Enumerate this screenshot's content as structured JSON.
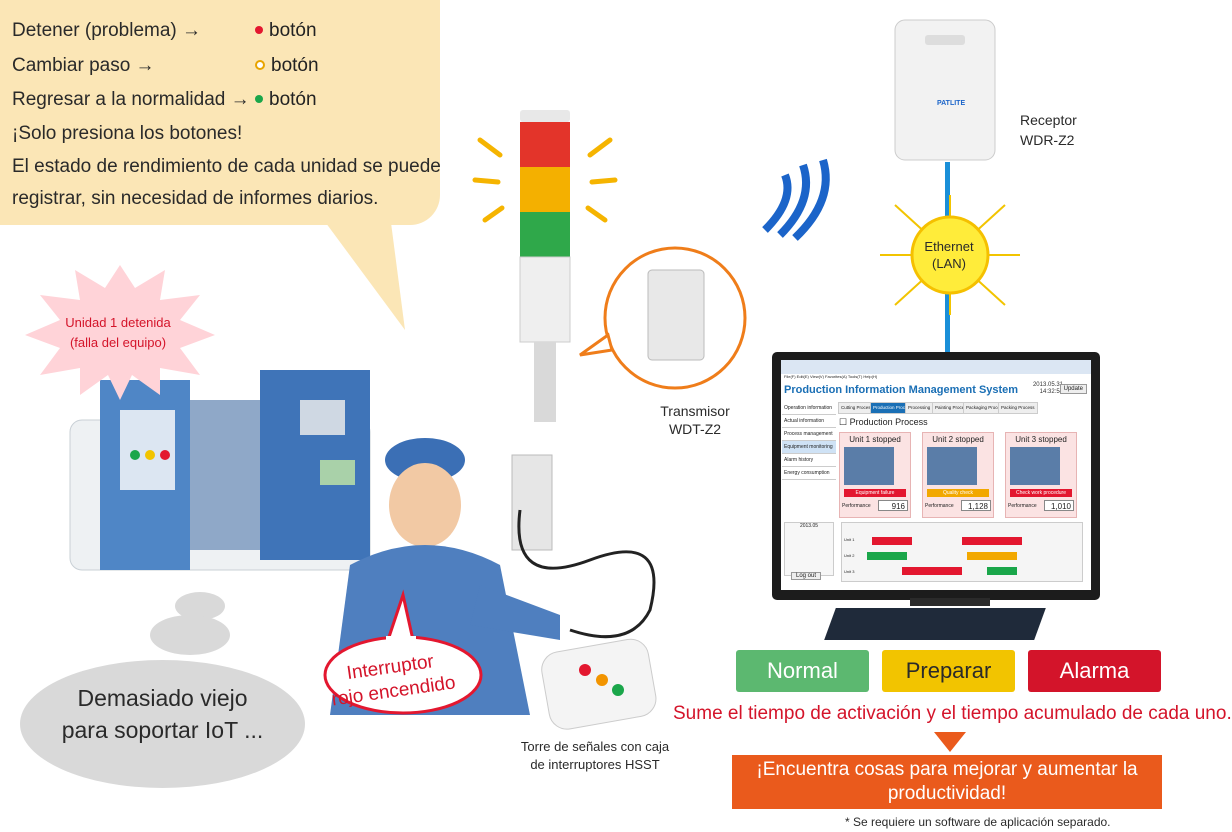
{
  "top_bubble": {
    "line1": "Detener (problema) →",
    "line2": "Cambiar paso →",
    "line3": "Regresar a la normalidad →",
    "btn1": "botón",
    "btn2": "botón",
    "btn3": "botón",
    "line4": "¡Solo presiona los botones!",
    "line5": "El estado de rendimiento de cada unidad se puede",
    "line6": "registrar, sin necesidad de informes diarios.",
    "colors": {
      "red": "#e3172f",
      "yellow": "#f2c400",
      "green": "#1aa64a"
    }
  },
  "burst": {
    "line1": "Unidad 1 detenida",
    "line2": "(falla del equipo)"
  },
  "thought": {
    "line1": "Demasiado viejo",
    "line2": "para soportar IoT ..."
  },
  "switch_bubble": {
    "line1": "Interruptor",
    "line2": "rojo encendido"
  },
  "tower_caption": {
    "line1": "Torre de señales con caja",
    "line2": "de interruptores HSST"
  },
  "transmitter": {
    "line1": "Transmisor",
    "line2": "WDT-Z2"
  },
  "receiver": {
    "line1": "Receptor",
    "line2": "WDR-Z2",
    "brand": "PATLITE"
  },
  "ethernet": {
    "line1": "Ethernet",
    "line2": "(LAN)"
  },
  "screen": {
    "title": "Production Information Management System",
    "date": "2013.05.31",
    "time": "14:32:54",
    "update": "Update",
    "menu": "File(F)  Edit(E)  View(V)  Favorites(A)  Tools(T)  Help(H)",
    "sidebar": [
      "Operation information",
      "Actual information",
      "Process management",
      "Equipment monitoring",
      "Alarm history",
      "Energy consumption"
    ],
    "tabs": [
      "Cutting Processing",
      "Production Process",
      "Processing",
      "Painting Process",
      "Packaging Process",
      "Packing Process"
    ],
    "section": "Production Process",
    "units": [
      {
        "title": "Unit 1 stopped",
        "status": "Equipment failure",
        "perf": "916",
        "color": "#e3172f"
      },
      {
        "title": "Unit 2 stopped",
        "status": "Quality check",
        "perf": "1,128",
        "color": "#f2a800"
      },
      {
        "title": "Unit 3 stopped",
        "status": "Check work procedure",
        "perf": "1,010",
        "color": "#e3172f"
      }
    ],
    "perf_label": "Performance",
    "calendar_title": "2013.05",
    "logout": "Log out",
    "gantt_rows": [
      "Unit 1",
      "Unit 2",
      "Unit 3"
    ]
  },
  "status_buttons": [
    {
      "label": "Normal",
      "color": "#5cb870"
    },
    {
      "label": "Preparar",
      "color": "#f2c400"
    },
    {
      "label": "Alarma",
      "color": "#d3142a"
    }
  ],
  "sum_text": "Sume el tiempo de activación y el tiempo acumulado de cada uno.",
  "improve": {
    "line1": "¡Encuentra cosas para mejorar y aumentar la",
    "line2": "productividad!"
  },
  "footnote": "* Se requiere un software de aplicación separado."
}
